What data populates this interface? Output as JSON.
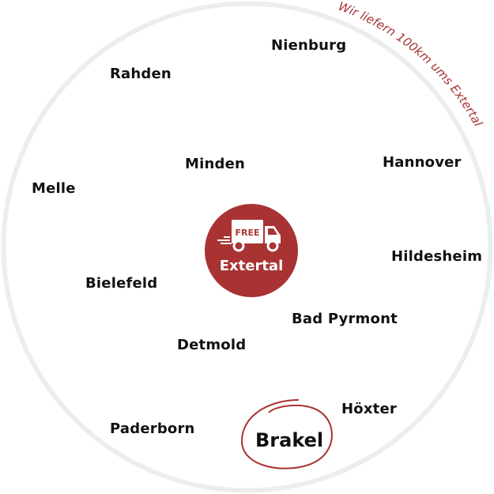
{
  "banner": {
    "text": "Wir liefern 100km ums Extertal",
    "color": "#a93333"
  },
  "center": {
    "badge": "FREE",
    "label": "Extertal",
    "icon": "delivery-truck-icon",
    "color": "#a93333"
  },
  "highlight": {
    "label": "Brakel",
    "marker_color": "#a93333"
  },
  "ring_color": "#eceeee",
  "cities": {
    "nienburg": "Nienburg",
    "rahden": "Rahden",
    "minden": "Minden",
    "hannover": "Hannover",
    "melle": "Melle",
    "hildesheim": "Hildesheim",
    "bielefeld": "Bielefeld",
    "bad_pyrmont": "Bad Pyrmont",
    "detmold": "Detmold",
    "hoexter": "Höxter",
    "paderborn": "Paderborn"
  }
}
